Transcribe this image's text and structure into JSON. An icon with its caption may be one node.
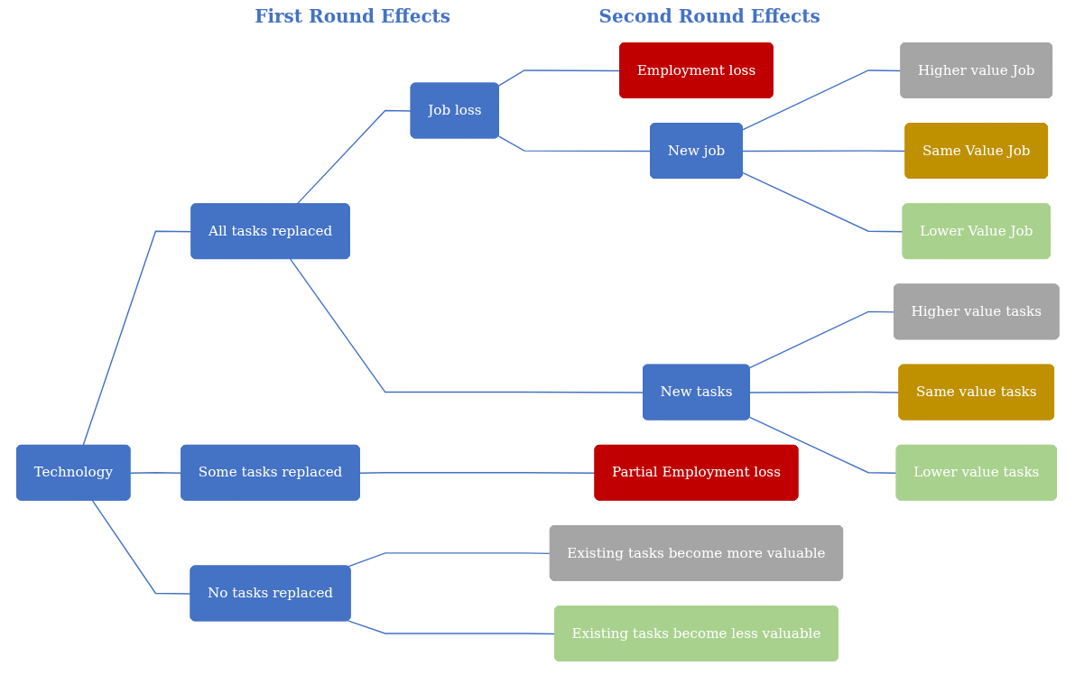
{
  "diagram": {
    "nodes": [
      {
        "text": [
          "Technology"
        ]
      },
      {
        "text": [
          "All tasks replaced"
        ]
      },
      {
        "text": [
          "Some tasks replaced"
        ]
      },
      {
        "text": [
          "No tasks replaced"
        ]
      },
      {
        "text": [
          "Job loss"
        ]
      },
      {
        "text": [
          "Employment loss"
        ]
      },
      {
        "text": [
          "New job"
        ]
      },
      {
        "text": [
          "New tasks"
        ]
      },
      {
        "text": [
          "Partial Employment loss"
        ]
      },
      {
        "text": [
          "Existing tasks become more valuable"
        ]
      },
      {
        "text": [
          "Existing tasks become less valuable"
        ]
      },
      {
        "text": [
          "Higher value Job"
        ]
      },
      {
        "text": [
          "Same Value Job"
        ]
      },
      {
        "text": [
          "Lower Value Job"
        ]
      },
      {
        "text": [
          "Higher value tasks"
        ]
      },
      {
        "text": [
          "Same value tasks"
        ]
      },
      {
        "text": [
          "Lower value tasks"
        ]
      }
    ],
    "edges": [
      {
        "from": 0,
        "to": 1,
        "arrow": "none"
      },
      {
        "from": 0,
        "to": 2,
        "arrow": "none"
      },
      {
        "from": 0,
        "to": 3,
        "arrow": "none"
      },
      {
        "from": 1,
        "to": 4,
        "arrow": "none"
      },
      {
        "from": 1,
        "to": 7,
        "arrow": "none"
      },
      {
        "from": 4,
        "to": 5,
        "arrow": "none"
      },
      {
        "from": 4,
        "to": 6,
        "arrow": "none"
      },
      {
        "from": 6,
        "to": 11,
        "arrow": "none"
      },
      {
        "from": 6,
        "to": 12,
        "arrow": "none"
      },
      {
        "from": 6,
        "to": 13,
        "arrow": "none"
      },
      {
        "from": 7,
        "to": 14,
        "arrow": "none"
      },
      {
        "from": 7,
        "to": 15,
        "arrow": "none"
      },
      {
        "from": 7,
        "to": 16,
        "arrow": "none"
      },
      {
        "from": 2,
        "to": 8,
        "arrow": "none"
      },
      {
        "from": 3,
        "to": 9,
        "arrow": "none"
      },
      {
        "from": 3,
        "to": 10,
        "arrow": "none"
      }
    ],
    "labels": [
      "First Round Effects",
      "Second Round Effects"
    ]
  }
}
